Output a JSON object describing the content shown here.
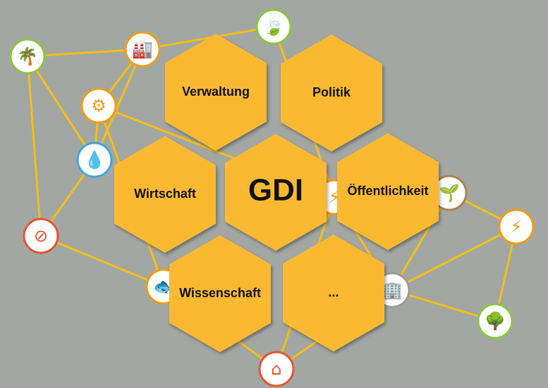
{
  "colors": {
    "background": "#a2a7a3",
    "hexagon": "#fbb933",
    "connector": "#f7be16",
    "green": "#8cc63f",
    "orange": "#f39c12",
    "blue": "#3aa8df",
    "red": "#e8532f",
    "brown": "#b08050",
    "grey": "#9a9a9a"
  },
  "hexagons": [
    {
      "label": "Verwaltung"
    },
    {
      "label": "Politik"
    },
    {
      "label": "Wirtschaft"
    },
    {
      "label": "GDI"
    },
    {
      "label": "Öffentlichkeit"
    },
    {
      "label": "Wissenschaft"
    },
    {
      "label": "..."
    }
  ],
  "nodes": [
    {
      "icon": "forest-icon",
      "color": "green",
      "glyph": "🌴"
    },
    {
      "icon": "factory-icon",
      "color": "orange",
      "glyph": "🏭"
    },
    {
      "icon": "water-drop-icon",
      "color": "blue",
      "glyph": "💧"
    },
    {
      "icon": "protected-area-icon",
      "color": "red",
      "glyph": "⊘"
    },
    {
      "icon": "fishery-agriculture-icon",
      "color": "orange",
      "glyph": "🐟"
    },
    {
      "icon": "leaf-icon",
      "color": "green",
      "glyph": "🍃"
    },
    {
      "icon": "industry-icon",
      "color": "orange",
      "glyph": "⚙"
    },
    {
      "icon": "energy-icon",
      "color": "orange",
      "glyph": "⚡"
    },
    {
      "icon": "settlement-icon",
      "color": "red",
      "glyph": "⌂"
    },
    {
      "icon": "buildings-icon",
      "color": "grey",
      "glyph": "🏢"
    },
    {
      "icon": "soil-plant-icon",
      "color": "brown",
      "glyph": "🌱"
    },
    {
      "icon": "power-tower-icon",
      "color": "orange",
      "glyph": "⚡"
    },
    {
      "icon": "tree-field-icon",
      "color": "green",
      "glyph": "🌳"
    }
  ]
}
